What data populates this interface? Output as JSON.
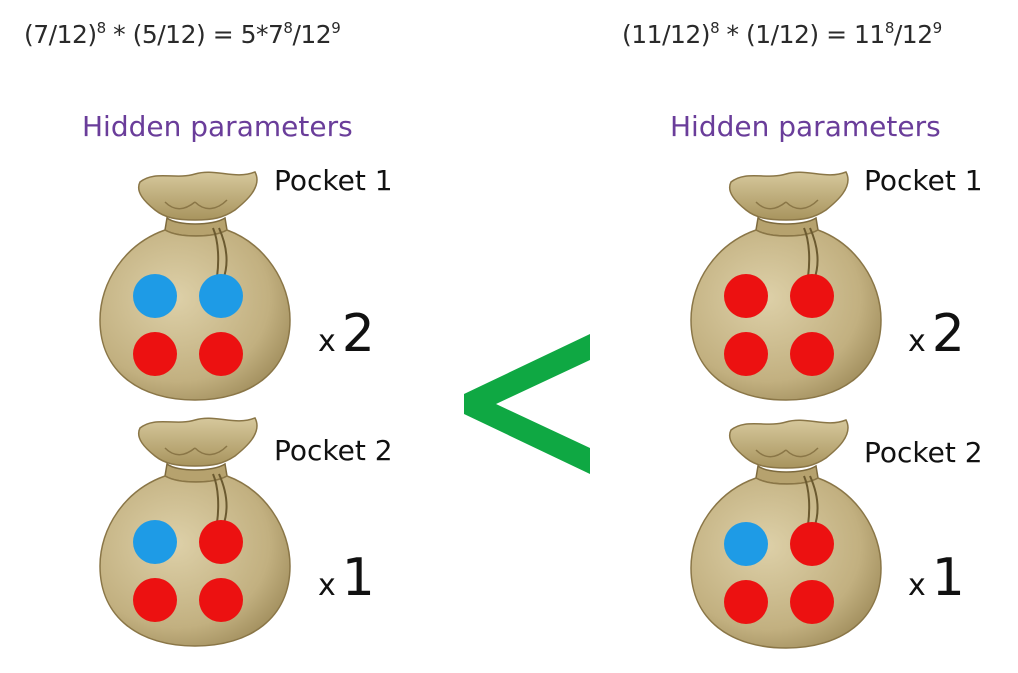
{
  "colors": {
    "blue": "#1e9be6",
    "red": "#ec1111",
    "bag": "#c8b78a",
    "accent_green": "#0fa843",
    "title_purple": "#6a3d9a"
  },
  "left": {
    "formula": {
      "a": "(7/12)",
      "a_exp": "8",
      "b": " * (5/12) = 5*7",
      "b_exp": "8",
      "c": "/12",
      "c_exp": "9"
    },
    "title": "Hidden parameters",
    "pocket1": {
      "label": "Pocket 1",
      "x": "x",
      "count": "2",
      "balls": [
        "blue",
        "blue",
        "red",
        "red"
      ]
    },
    "pocket2": {
      "label": "Pocket 2",
      "x": "x",
      "count": "1",
      "balls": [
        "blue",
        "red",
        "red",
        "red"
      ]
    }
  },
  "right": {
    "formula": {
      "a": "(11/12)",
      "a_exp": "8",
      "b": " * (1/12) = 11",
      "b_exp": "8",
      "c": "/12",
      "c_exp": "9"
    },
    "title": "Hidden parameters",
    "pocket1": {
      "label": "Pocket 1",
      "x": "x",
      "count": "2",
      "balls": [
        "red",
        "red",
        "red",
        "red"
      ]
    },
    "pocket2": {
      "label": "Pocket 2",
      "x": "x",
      "count": "1",
      "balls": [
        "blue",
        "red",
        "red",
        "red"
      ]
    }
  },
  "comparison": {
    "symbol": "less-than-sign"
  }
}
